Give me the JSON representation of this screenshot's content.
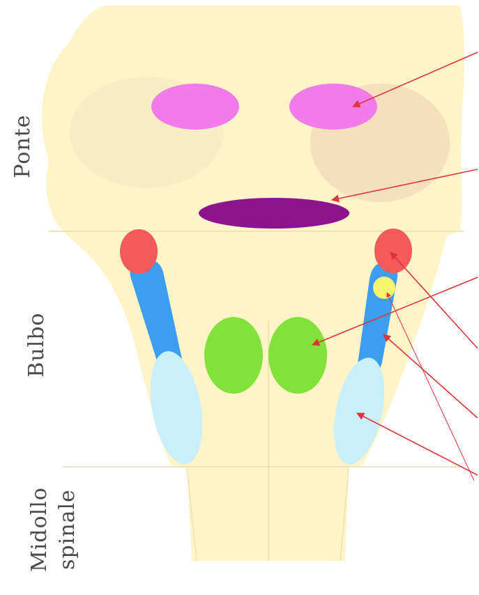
{
  "labels": {
    "ponte": "Ponte",
    "bulbo": "Bulbo",
    "midollo_line1": "Midollo",
    "midollo_line2": "spinale"
  },
  "colors": {
    "brainstem_fill": "#fdf4c8",
    "pons_lobe": "#f9edc4",
    "pons_lobe_right": "#f6dfbd",
    "pink_nuclei": "#f27bea",
    "purple_nucleus": "#8d138f",
    "red_nuclei": "#f45a5a",
    "blue_tract": "#3d9ef0",
    "light_blue_tract": "#c9effb",
    "green_nuclei": "#82e23a",
    "yellow_nucleus": "#f7f36a",
    "arrow_color": "#e0343a",
    "divider_line": "#e8dfb0"
  }
}
